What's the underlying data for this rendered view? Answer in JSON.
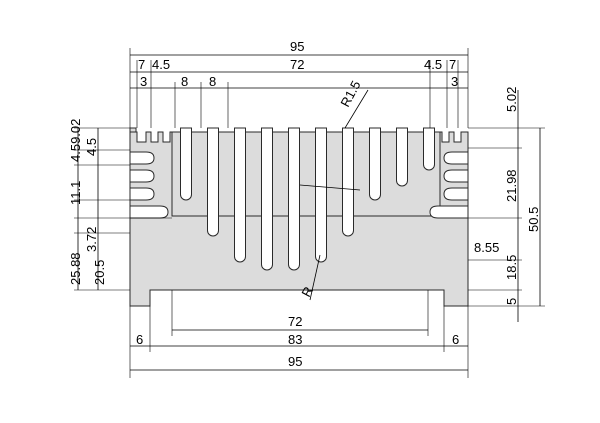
{
  "drawing": {
    "colors": {
      "profile": "#dcdcdc",
      "outline": "#2a2a2a",
      "lines": "#000000",
      "background": "#ffffff"
    },
    "dimensions": {
      "top_total": "95",
      "top_inner": "72",
      "top_left_7": "7",
      "top_left_4_5": "4.5",
      "top_left_3": "3",
      "top_left_8a": "8",
      "top_left_8b": "8",
      "top_right_4_5": "4.5",
      "top_right_7": "7",
      "top_right_3": "3",
      "radius_top": "R1.5",
      "radius_bottom": "R",
      "left_4_5_9_02": "4.59.02",
      "left_4_5": "4.5",
      "left_11_1": "11.1",
      "left_3_72": "3.72",
      "left_25_88": "25.88",
      "left_20_5": "20.5",
      "right_5_02": "5.02",
      "right_21_98": "21.98",
      "right_50_5": "50.5",
      "right_8_55": "8.55",
      "right_18_5": "18.5",
      "right_5": "5",
      "bottom_72": "72",
      "bottom_6_left": "6",
      "bottom_83": "83",
      "bottom_6_right": "6",
      "bottom_total": "95"
    }
  }
}
